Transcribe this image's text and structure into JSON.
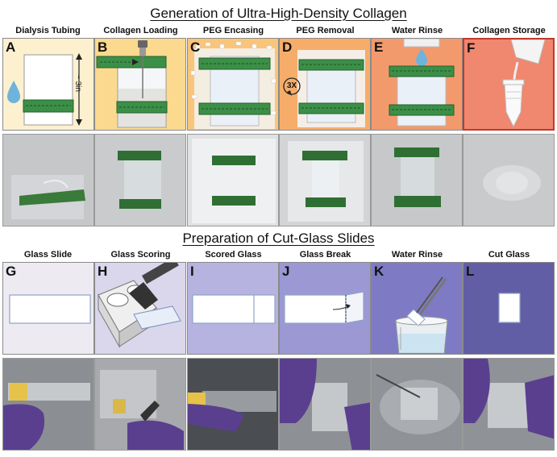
{
  "sections": {
    "collagen_title": "Generation of Ultra-High-Density Collagen",
    "glass_title": "Preparation of Cut-Glass Slides"
  },
  "collagen_steps": [
    {
      "letter": "A",
      "label": "Dialysis Tubing"
    },
    {
      "letter": "B",
      "label": "Collagen Loading"
    },
    {
      "letter": "C",
      "label": "PEG Encasing"
    },
    {
      "letter": "D",
      "label": "PEG Removal"
    },
    {
      "letter": "E",
      "label": "Water Rinse"
    },
    {
      "letter": "F",
      "label": "Collagen Storage"
    }
  ],
  "glass_steps": [
    {
      "letter": "G",
      "label": "Glass Slide"
    },
    {
      "letter": "H",
      "label": "Glass Scoring"
    },
    {
      "letter": "I",
      "label": "Scored Glass"
    },
    {
      "letter": "J",
      "label": "Glass Break"
    },
    {
      "letter": "K",
      "label": "Water Rinse"
    },
    {
      "letter": "L",
      "label": "Cut Glass"
    }
  ],
  "annotations": {
    "tubing_length": "~ 3in",
    "repeat": "3X"
  },
  "colors": {
    "collagen_panels": [
      "#fdf0cf",
      "#fbd98e",
      "#f9c57a",
      "#f6ad6a",
      "#f39a6c",
      "#f0876f"
    ],
    "glass_panels": [
      "#eeeaf2",
      "#dad6ec",
      "#b6b3e0",
      "#9b98d4",
      "#7e7bc4",
      "#625ea6"
    ],
    "clip_green": "#3c8f47",
    "water_blue": "#6fb3dd"
  }
}
